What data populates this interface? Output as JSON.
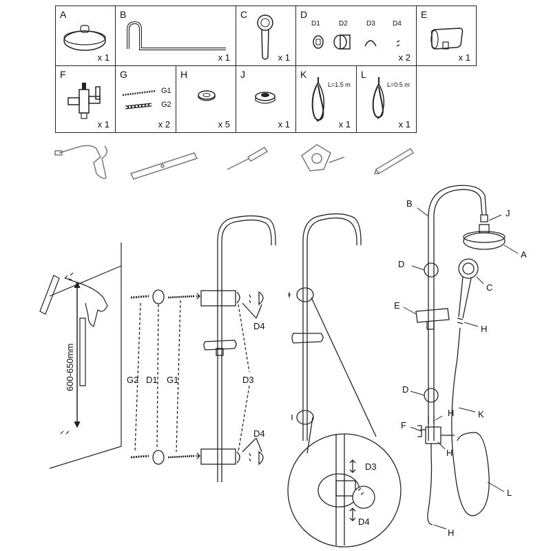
{
  "parts": {
    "A": {
      "letter": "A",
      "qty": "x 1"
    },
    "B": {
      "letter": "B",
      "qty": "x 1"
    },
    "C": {
      "letter": "C",
      "qty": "x 1"
    },
    "D": {
      "letter": "D",
      "qty": "x 2",
      "subs": [
        "D1",
        "D2",
        "D3",
        "D4"
      ]
    },
    "E": {
      "letter": "E",
      "qty": "x 1"
    },
    "F": {
      "letter": "F",
      "qty": "x 1"
    },
    "G": {
      "letter": "G",
      "qty": "x 2",
      "subs": [
        "G1",
        "G2"
      ]
    },
    "H": {
      "letter": "H",
      "qty": "x 5"
    },
    "J": {
      "letter": "J",
      "qty": "x 1"
    },
    "K": {
      "letter": "K",
      "qty": "x 1",
      "length": "L=1.5 m"
    },
    "L": {
      "letter": "L",
      "qty": "x 1",
      "length": "L=0.5 m"
    }
  },
  "tools": [
    "drill-icon",
    "spirit-level-icon",
    "screwdriver-icon",
    "tape-icon",
    "pencil-icon"
  ],
  "install": {
    "height": "600-650mm",
    "labels": {
      "g2": "G2",
      "d1": "D1",
      "g1": "G1",
      "d3": "D3",
      "d4_top": "D4",
      "d4_bottom": "D4"
    }
  },
  "detail": {
    "d3": "D3",
    "d4": "D4"
  },
  "assembled": {
    "b": "B",
    "j": "J",
    "a": "A",
    "d_top": "D",
    "c": "C",
    "e": "E",
    "h_top": "H",
    "d_bottom": "D",
    "h_mid": "H",
    "k": "K",
    "f": "F",
    "h_side": "H",
    "l": "L",
    "h_bottom": "H"
  }
}
